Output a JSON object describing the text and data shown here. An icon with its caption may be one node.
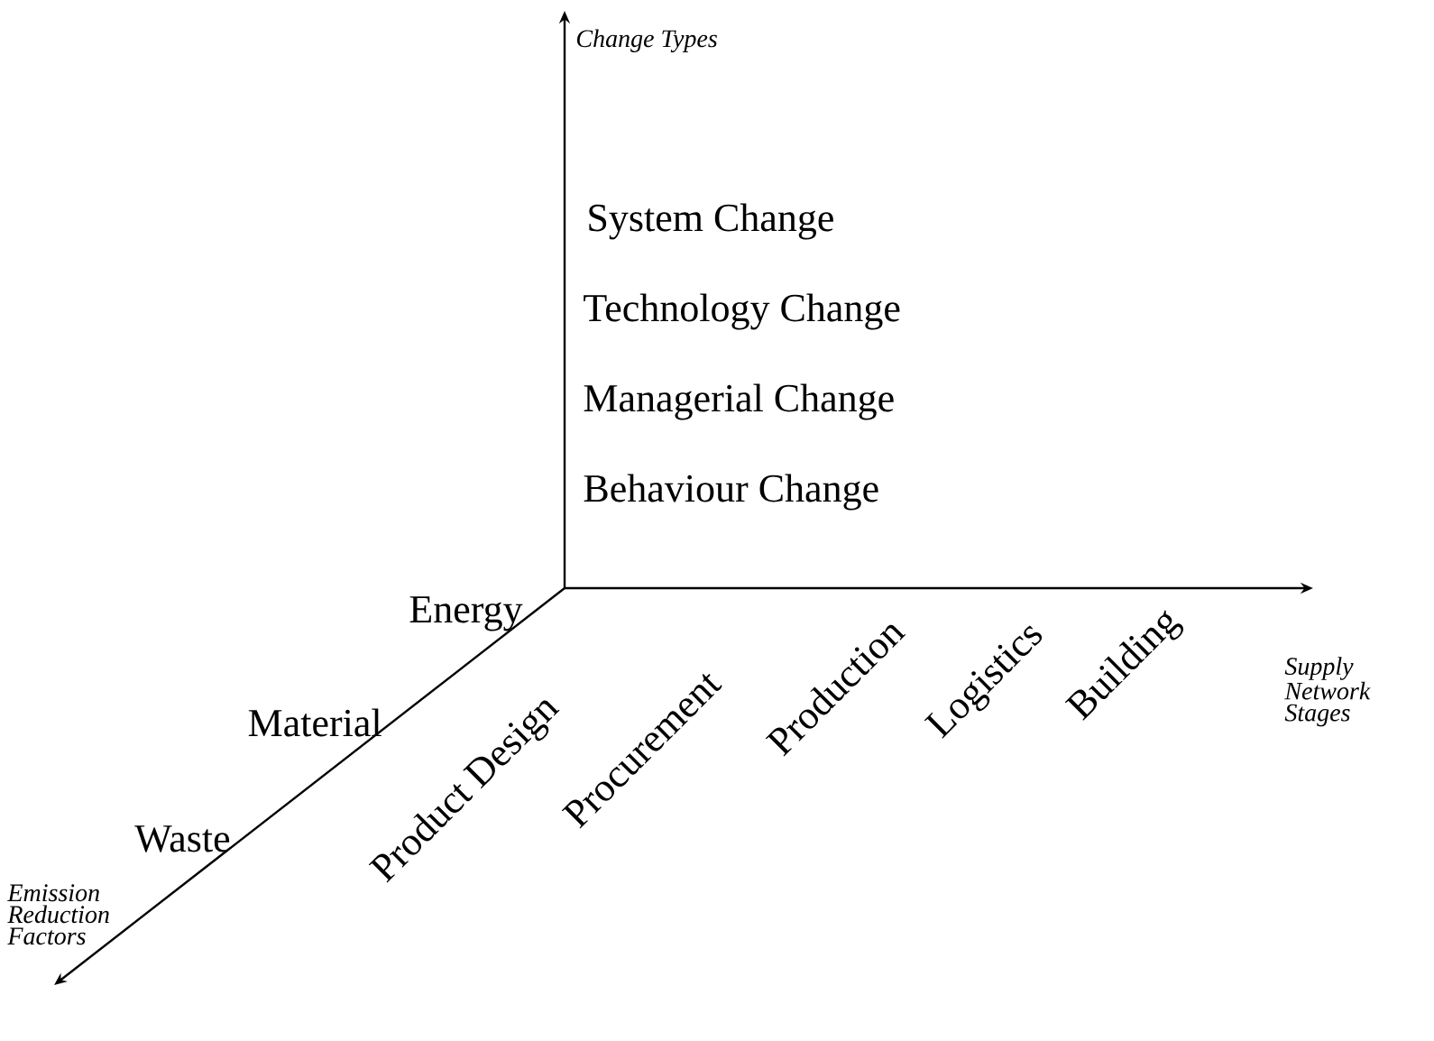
{
  "diagram": {
    "labels": [
      "Change Types",
      "System Change",
      "Technology Change",
      "Managerial Change",
      "Behaviour Change",
      "Energy",
      "Material",
      "Waste",
      "Product Design",
      "Procurement",
      "Production",
      "Logistics",
      "Building",
      "Supply Network Stages",
      "Emission Reduction Factors"
    ]
  }
}
